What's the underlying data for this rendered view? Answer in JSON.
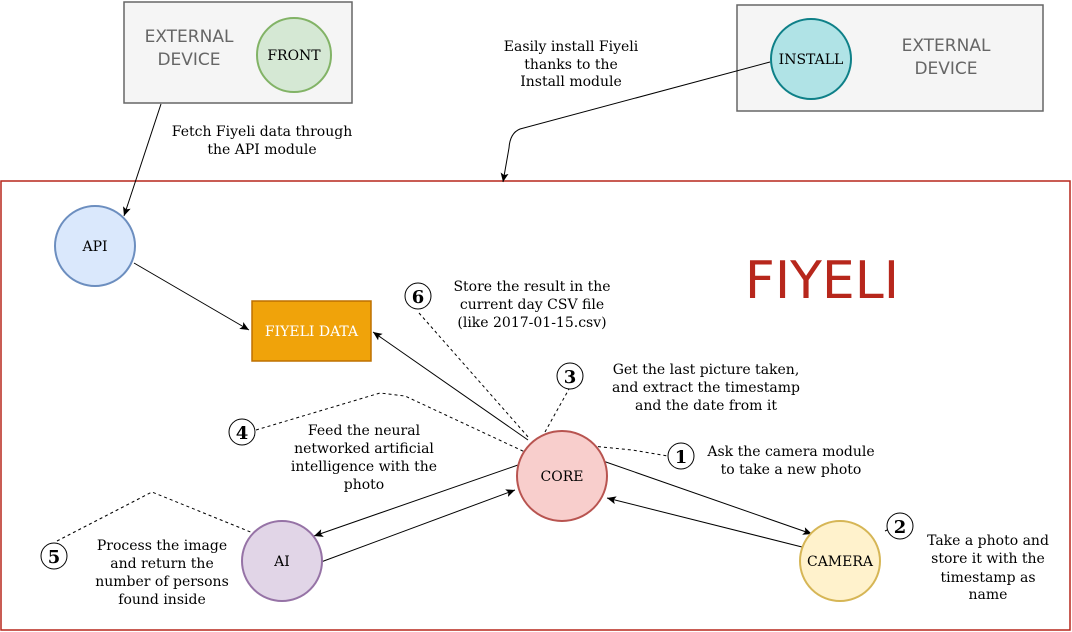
{
  "title": "FIYELI",
  "colors": {
    "frame": "#b7271c",
    "title": "#b7271c",
    "external_fill": "#f5f5f5",
    "external_stroke": "#666666",
    "external_text": "#666666",
    "front_fill": "#d5e8d4",
    "front_stroke": "#82b366",
    "install_fill": "#b0e3e6",
    "install_stroke": "#0e8088",
    "api_fill": "#dae8fc",
    "api_stroke": "#6c8ebf",
    "core_fill": "#f8cecc",
    "core_stroke": "#b85450",
    "ai_fill": "#e1d5e7",
    "ai_stroke": "#9673a6",
    "camera_fill": "#fff2cc",
    "camera_stroke": "#d6b656",
    "data_fill": "#f0a30a",
    "data_stroke": "#bd7000"
  },
  "external_devices": {
    "left_label": [
      "EXTERNAL",
      "DEVICE"
    ],
    "right_label": [
      "EXTERNAL",
      "DEVICE"
    ]
  },
  "nodes": {
    "front": "FRONT",
    "install": "INSTALL",
    "api": "API",
    "data": "FIYELI DATA",
    "core": "CORE",
    "ai": "AI",
    "camera": "CAMERA"
  },
  "edge_labels": {
    "fetch": [
      "Fetch Fiyeli data through",
      "the API module"
    ],
    "install": [
      "Easily install Fiyeli",
      "thanks to the",
      "Install module"
    ]
  },
  "steps": [
    {
      "number": "1",
      "lines": [
        "Ask the camera module",
        "to take a new photo"
      ]
    },
    {
      "number": "2",
      "lines": [
        "Take a photo and",
        "store it with the",
        "timestamp as",
        "name"
      ]
    },
    {
      "number": "3",
      "lines": [
        "Get the last picture taken,",
        "and extract the timestamp",
        "and the date from it"
      ]
    },
    {
      "number": "4",
      "lines": [
        "Feed the neural",
        "networked artificial",
        "intelligence with the",
        "photo"
      ]
    },
    {
      "number": "5",
      "lines": [
        "Process the image",
        "and return the",
        "number of persons",
        "found inside"
      ]
    },
    {
      "number": "6",
      "lines": [
        "Store the result in the",
        "current day CSV file",
        "(like 2017-01-15.csv)"
      ]
    }
  ]
}
